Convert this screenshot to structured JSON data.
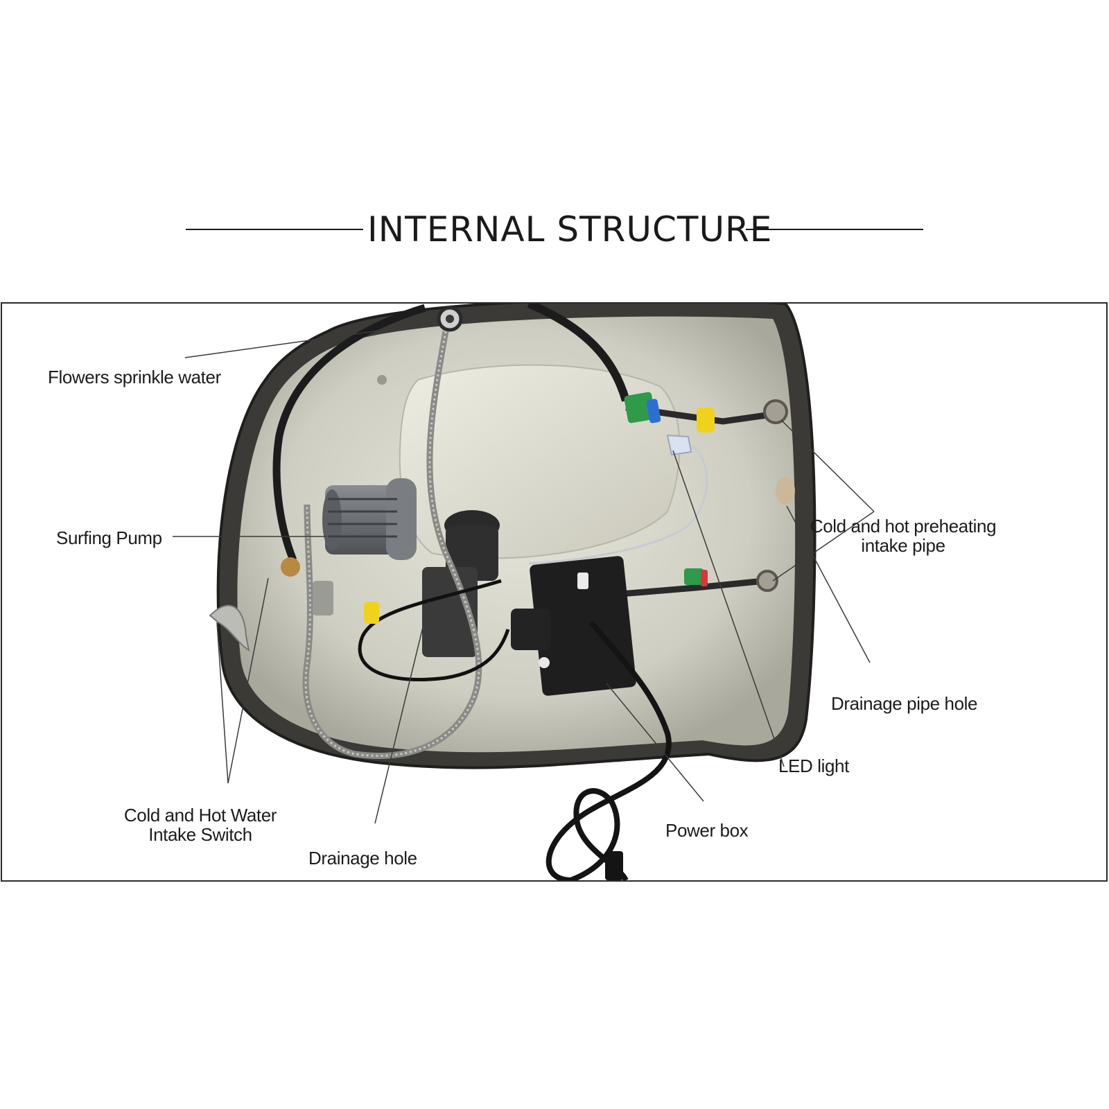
{
  "title": "INTERNAL STRUCTURE",
  "labels": {
    "flowers_sprinkle_water": "Flowers sprinkle water",
    "surfing_pump": "Surfing Pump",
    "cold_hot_preheating_line1": "Cold and hot preheating",
    "cold_hot_preheating_line2": "intake pipe",
    "drainage_pipe_hole": "Drainage pipe hole",
    "led_light": "LED light",
    "power_box": "Power box",
    "intake_switch_line1": "Cold and Hot Water",
    "intake_switch_line2": "Intake Switch",
    "drainage_hole": "Drainage hole"
  },
  "colors": {
    "basin_shell": "#3b3a36",
    "basin_inner": "#d9d8cc",
    "tank": "#e4e3d7",
    "pump": "#6e7276",
    "power_box": "#1e1e1e",
    "hose": "#8a8a86",
    "fitting_green": "#2f9a4a",
    "fitting_yellow": "#f0d21e",
    "leader_line": "#3a3a3a"
  }
}
